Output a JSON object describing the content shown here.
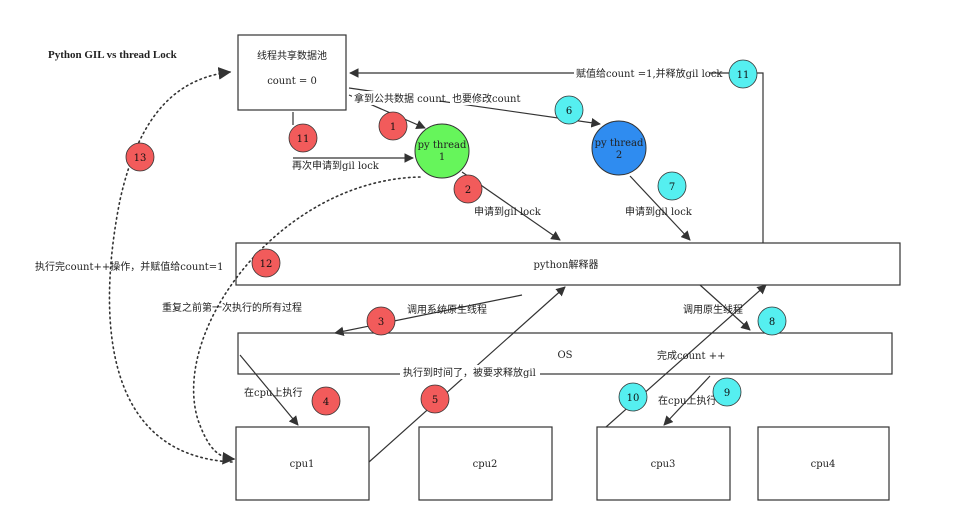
{
  "title": "Python GIL   vs thread Lock",
  "colors": {
    "red_badge": "#f25b5b",
    "cyan_badge": "#55eff0",
    "thread1": "#66f55b",
    "thread2": "#2f8cf0",
    "stroke": "#333333"
  },
  "boxes": {
    "pool_title": "线程共享数据池",
    "pool_count": "count = 0",
    "interpreter": "python解释器",
    "os": "OS",
    "cpu1": "cpu1",
    "cpu2": "cpu2",
    "cpu3": "cpu3",
    "cpu4": "cpu4"
  },
  "threads": {
    "t1_line1": "py thread",
    "t1_line2": "1",
    "t2_line1": "py thread",
    "t2_line2": "2"
  },
  "labels": {
    "get_public_data": "拿到公共数据 count",
    "also_modify": "也要修改count",
    "assign_release": "赋值给count =1,并释放gil lock",
    "reapply_gil": "再次申请到gil lock",
    "got_gil_1": "申请到gil lock",
    "got_gil_2": "申请到gil lock",
    "exec_done_assign": "执行完count++操作，并赋值给count=1",
    "repeat_process": "重复之前第一次执行的所有过程",
    "call_native_thread": "调用系统原生线程",
    "call_native_thread_2": "调用原生线程",
    "finish_count": "完成count ++",
    "time_up_release": "执行到时间了，被要求释放gil",
    "run_on_cpu_1": "在cpu上执行",
    "run_on_cpu_2": "在cpu上执行"
  },
  "badges": {
    "b1": "1",
    "b2": "2",
    "b3": "3",
    "b4": "4",
    "b5": "5",
    "b6": "6",
    "b7": "7",
    "b8": "8",
    "b9": "9",
    "b10": "10",
    "b11a": "11",
    "b11b": "11",
    "b12": "12",
    "b13": "13"
  }
}
